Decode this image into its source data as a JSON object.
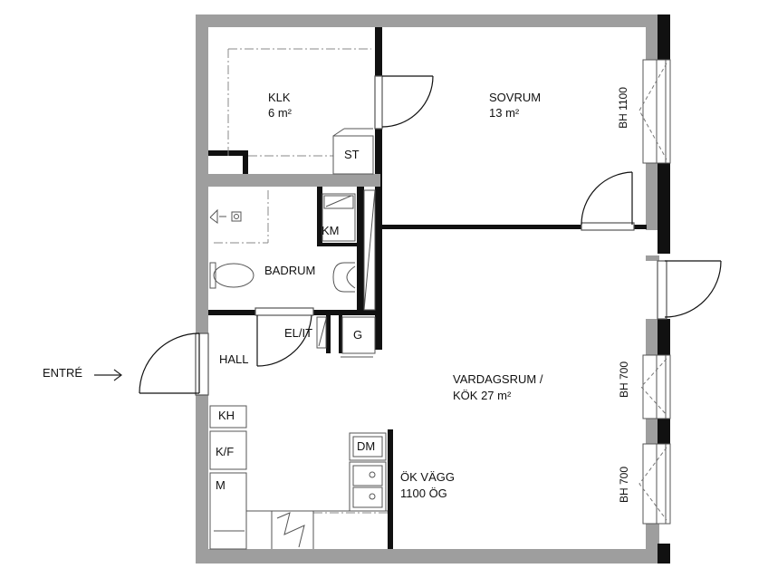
{
  "rooms": {
    "klk": {
      "name": "KLK",
      "area": "6 m²"
    },
    "sovrum": {
      "name": "SOVRUM",
      "area": "13 m²"
    },
    "badrum": {
      "name": "BADRUM"
    },
    "hall": {
      "name": "HALL"
    },
    "vardagsrum": {
      "name": "VARDAGSRUM /",
      "area": "KÖK 27 m²"
    }
  },
  "fixtures": {
    "st": "ST",
    "km": "KM",
    "elit": "EL/IT",
    "g": "G",
    "kh": "KH",
    "kf": "K/F",
    "m": "M",
    "dm": "DM"
  },
  "entrance": {
    "label": "ENTRÉ"
  },
  "wall_note": {
    "line1": "ÖK VÄGG",
    "line2": "1100 ÖG"
  },
  "windows": {
    "bedroom": "BH 1100",
    "living_upper": "BH 700",
    "living_lower": "BH 700"
  },
  "colors": {
    "outer_wall": "#9e9e9e",
    "inner_wall": "#111111",
    "fixture_line": "#555555",
    "dashed_line": "#888888"
  }
}
